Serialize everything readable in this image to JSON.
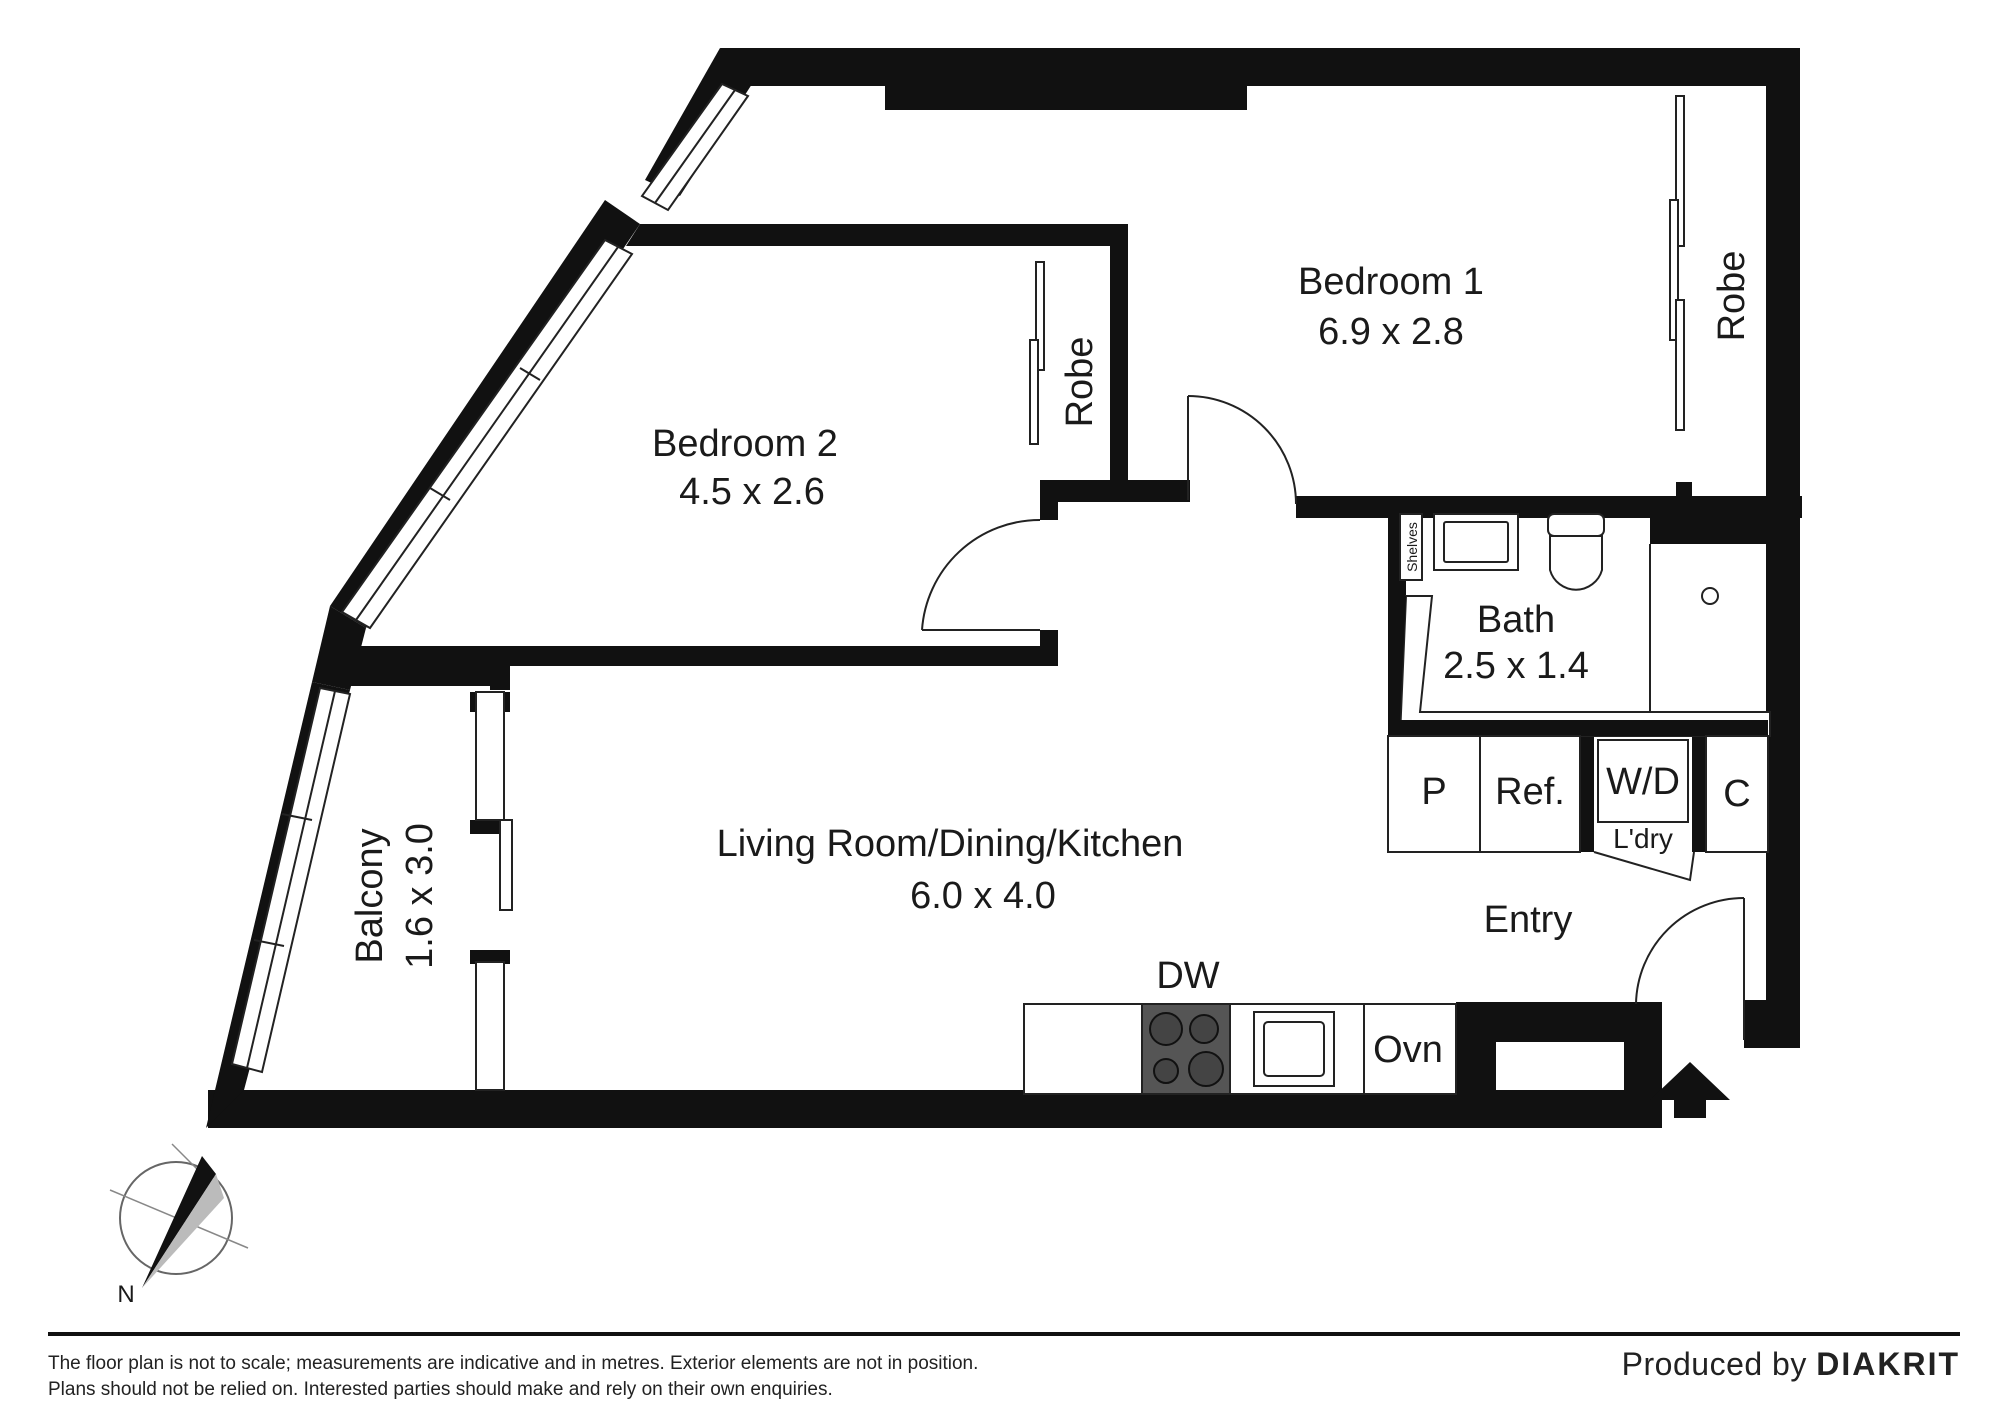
{
  "rooms": {
    "bedroom1": {
      "name": "Bedroom 1",
      "dims": "6.9 x 2.8"
    },
    "bedroom2": {
      "name": "Bedroom 2",
      "dims": "4.5 x 2.6"
    },
    "living": {
      "name": "Living Room/Dining/Kitchen",
      "dims": "6.0 x 4.0"
    },
    "bath": {
      "name": "Bath",
      "dims": "2.5 x 1.4"
    },
    "balcony": {
      "name": "Balcony",
      "dims": "1.6 x 3.0"
    },
    "entry": {
      "name": "Entry"
    }
  },
  "fixtures": {
    "robe": "Robe",
    "shelves": "Shelves",
    "pantry": "P",
    "fridge": "Ref.",
    "washer_dryer": "W/D",
    "laundry": "L'dry",
    "cupboard": "C",
    "dishwasher": "DW",
    "oven": "Ovn"
  },
  "compass": {
    "north_label": "N"
  },
  "footer": {
    "disclaimer_line1": "The floor plan is not to scale; measurements are indicative and in metres. Exterior elements are not in position.",
    "disclaimer_line2": "Plans should not be relied on. Interested parties should make and rely on their own enquiries.",
    "produced_by": "Produced by",
    "brand": "DIAKRIT"
  },
  "colors": {
    "wall": "#111111",
    "line": "#222222",
    "cooktop": "#555555"
  }
}
